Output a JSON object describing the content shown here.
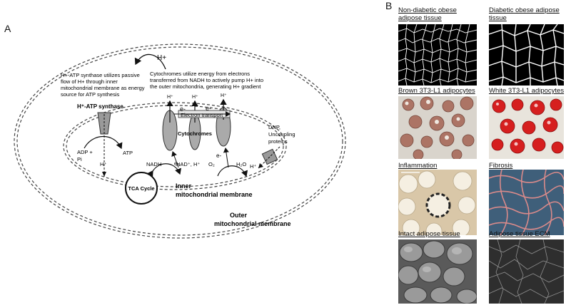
{
  "panel_a": {
    "letter": "A",
    "h_plus_top": "H+",
    "atp_synthase_text": "H+-ATP synthase utilizes passive flow of H+ through inner mitochondrial membrane as energy source for ATP synthesis",
    "atp_synthase_text_lines": [
      "H+-ATP synthase utilizes passive",
      "flow of H+ through inner",
      "mitochondrial membrane as energy",
      "source for ATP synthesis"
    ],
    "cytochrome_text_lines": [
      "Cytochromes utilize energy from electrons",
      "transferred from NADH to actively pump H+ into",
      "the outer mitochondria, generating H+ gradient"
    ],
    "atp_synthase_label": "H⁺-ATP synthase",
    "electron_transport_label": "Electron transport",
    "cytochromes_label": "Cytochromes",
    "e_minus": "e-",
    "h_plus": "H⁺",
    "adp_pi_lines": [
      "ADP +",
      "Pi"
    ],
    "atp": "ATP",
    "nadh": "NADH",
    "nad_plus": "NAD⁺, H⁺",
    "o2": "O₂",
    "h2o": "H₂O",
    "tca_cycle": "TCA Cycle",
    "dnp_lines": [
      "DNP,",
      "Uncoupling",
      "proteins"
    ],
    "inner_membrane_lines": [
      "Inner",
      "mitochondrial membrane"
    ],
    "outer_membrane_lines": [
      "Outer",
      "mitochondrial membrane"
    ]
  },
  "panel_b": {
    "letter": "B",
    "images": [
      {
        "caption_lines": [
          "Non-diabetic obese",
          "adipose tissue"
        ],
        "image_name": "non-diabetic-obese-adipose-tissue-image"
      },
      {
        "caption_lines": [
          "Diabetic obese adipose",
          "tissue"
        ],
        "image_name": "diabetic-obese-adipose-tissue-image"
      },
      {
        "caption_lines": [
          "Brown 3T3-L1 adipocytes"
        ],
        "image_name": "brown-adipocytes-image"
      },
      {
        "caption_lines": [
          "White 3T3-L1 adipocytes"
        ],
        "image_name": "white-adipocytes-image"
      },
      {
        "caption_lines": [
          "Inflammation"
        ],
        "image_name": "inflammation-image"
      },
      {
        "caption_lines": [
          "Fibrosis"
        ],
        "image_name": "fibrosis-image"
      },
      {
        "caption_lines": [
          "Intact adipose tissue"
        ],
        "image_name": "intact-adipose-tissue-image"
      },
      {
        "caption_lines": [
          "Adipose tissue ECM"
        ],
        "image_name": "adipose-tissue-ecm-image"
      }
    ],
    "colors": {
      "brown_stain": "#8a4a3a",
      "white_lipid": "#d61f1f",
      "fibrosis_pink": "#d98a8a",
      "fibrosis_blue": "#3f5f7a",
      "inflammation_bg": "#d9c7a8"
    }
  }
}
